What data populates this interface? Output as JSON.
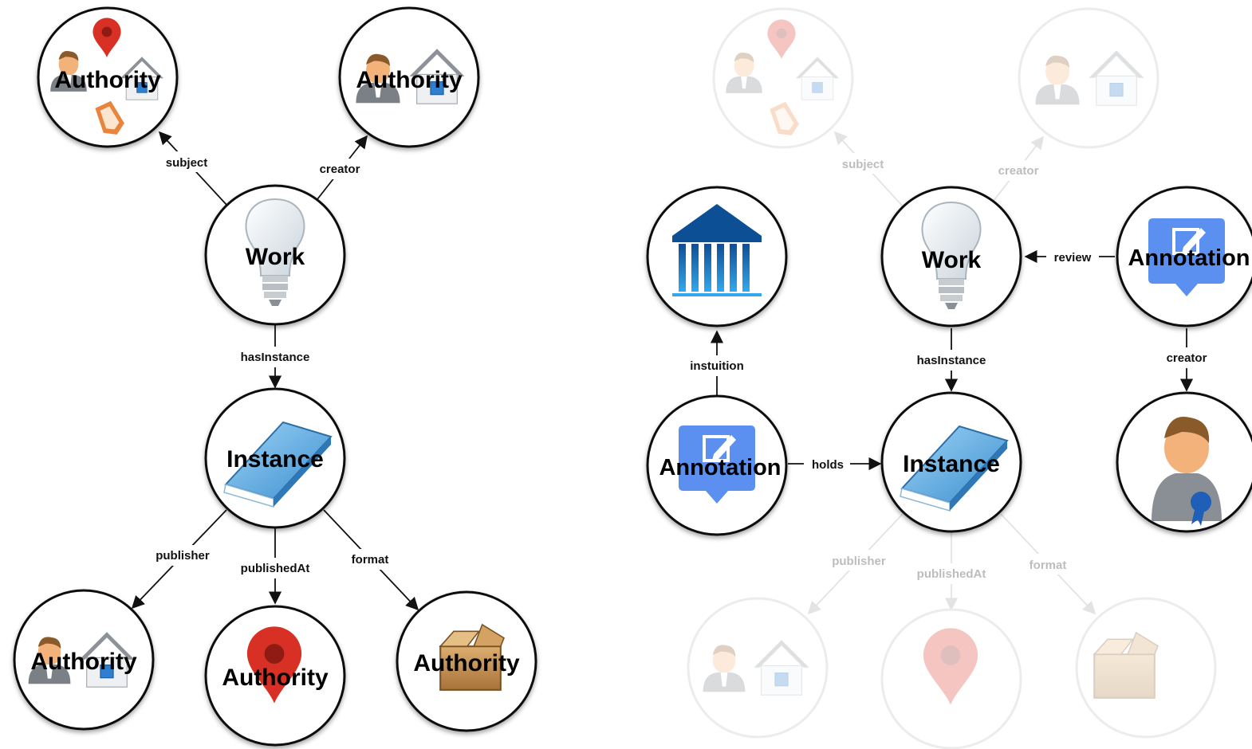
{
  "left_diagram": {
    "nodes": {
      "authority_subject": "Authority",
      "authority_creator": "Authority",
      "work": "Work",
      "instance": "Instance",
      "authority_publisher": "Authority",
      "authority_published_at": "Authority",
      "authority_format": "Authority"
    },
    "edges": {
      "subject": "subject",
      "creator": "creator",
      "has_instance": "hasInstance",
      "publisher": "publisher",
      "published_at": "publishedAt",
      "format": "format"
    }
  },
  "right_diagram": {
    "nodes": {
      "work": "Work",
      "annotation_review": "Annotation",
      "annotation_holds": "Annotation",
      "instance": "Instance"
    },
    "edges": {
      "subject": "subject",
      "creator_faded": "creator",
      "review": "review",
      "instuition": "instuition",
      "has_instance": "hasInstance",
      "creator": "creator",
      "holds": "holds",
      "publisher": "publisher",
      "published_at": "publishedAt",
      "format": "format"
    }
  },
  "colors": {
    "node_border": "#111111",
    "annotation_blue": "#5b8ff0",
    "institution_blue": "#1f6fc2",
    "pin_red": "#d93025",
    "tag_orange": "#e8843c",
    "box_tan": "#c9955a"
  }
}
